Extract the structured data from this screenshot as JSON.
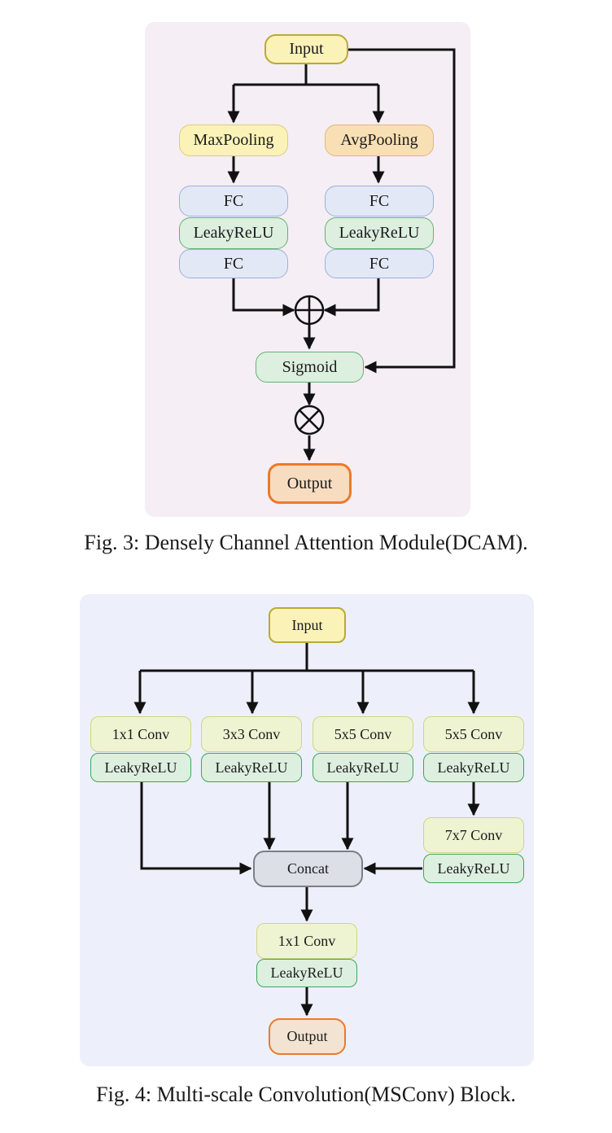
{
  "figure3": {
    "input": "Input",
    "maxpool": "MaxPooling",
    "avgpool": "AvgPooling",
    "fc": "FC",
    "leaky": "LeakyReLU",
    "sigmoid": "Sigmoid",
    "output": "Output",
    "caption": "Fig. 3: Densely Channel Attention Module(DCAM).",
    "colors": {
      "panel": "#f5eef5",
      "output_border": "#ea7a2a",
      "input_border": "#b9aa33"
    }
  },
  "figure4": {
    "input": "Input",
    "branches": [
      {
        "conv": "1x1 Conv",
        "act": "LeakyReLU"
      },
      {
        "conv": "3x3 Conv",
        "act": "LeakyReLU"
      },
      {
        "conv": "5x5 Conv",
        "act": "LeakyReLU"
      },
      {
        "conv": "5x5 Conv",
        "act": "LeakyReLU"
      }
    ],
    "extra": {
      "conv": "7x7 Conv",
      "act": "LeakyReLU"
    },
    "concat": "Concat",
    "final": {
      "conv": "1x1 Conv",
      "act": "LeakyReLU"
    },
    "output": "Output",
    "caption": "Fig. 4: Multi-scale Convolution(MSConv) Block.",
    "colors": {
      "panel": "#edf0fa",
      "concat_border": "#7b7f86"
    }
  }
}
